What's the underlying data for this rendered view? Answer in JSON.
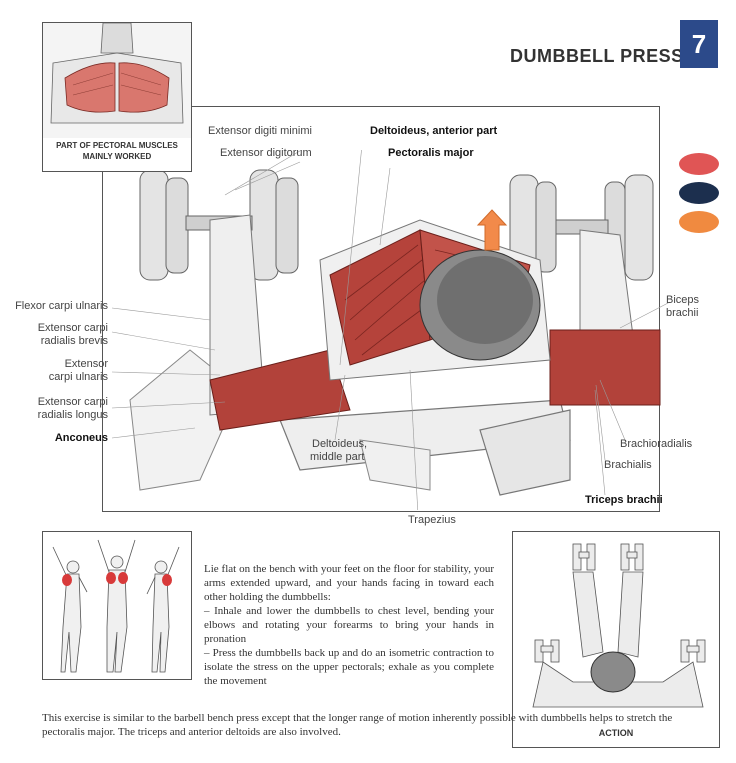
{
  "header": {
    "title": "DUMBBELL PRESS",
    "number": "7"
  },
  "inset": {
    "caption_line1": "PART OF PECTORAL MUSCLES",
    "caption_line2": "MAINLY WORKED"
  },
  "legend_colors": [
    "#e05555",
    "#1c2f4e",
    "#f08a40"
  ],
  "muscles_left": [
    "Flexor carpi ulnaris",
    "Extensor carpi",
    "radialis brevis",
    "Extensor",
    "carpi ulnaris",
    "Extensor carpi",
    "radialis longus",
    "Anconeus"
  ],
  "muscles_top": {
    "extensor_digiti_minimi": "Extensor digiti minimi",
    "extensor_digitorum": "Extensor digitorum",
    "deltoideus_anterior": "Deltoideus, anterior part",
    "pectoralis_major": "Pectoralis major"
  },
  "muscles_right": {
    "biceps_1": "Biceps",
    "biceps_2": "brachii",
    "brachioradialis": "Brachioradialis",
    "brachialis": "Brachialis",
    "triceps": "Triceps brachii"
  },
  "muscles_bottom": {
    "deltoideus_middle_1": "Deltoideus,",
    "deltoideus_middle_2": "middle part",
    "trapezius": "Trapezius"
  },
  "action_caption": "ACTION",
  "description": {
    "line1": "Lie flat on the bench with your feet on the floor for stability, your arms extended upward, and your hands facing in toward each other holding the dumbbells:",
    "line2": "– Inhale and lower the dumbbells to chest level, bending your elbows and rotating your forearms to bring your hands in pronation",
    "line3": "– Press the dumbbells back up and do an isometric contraction to isolate the stress on the upper pectorals; exhale as you complete the movement"
  },
  "footer": "This exercise is similar to the barbell bench press except that the longer range of motion inherently possible with dumbbells helps to stretch the pectoralis major. The triceps and anterior deltoids are also involved."
}
